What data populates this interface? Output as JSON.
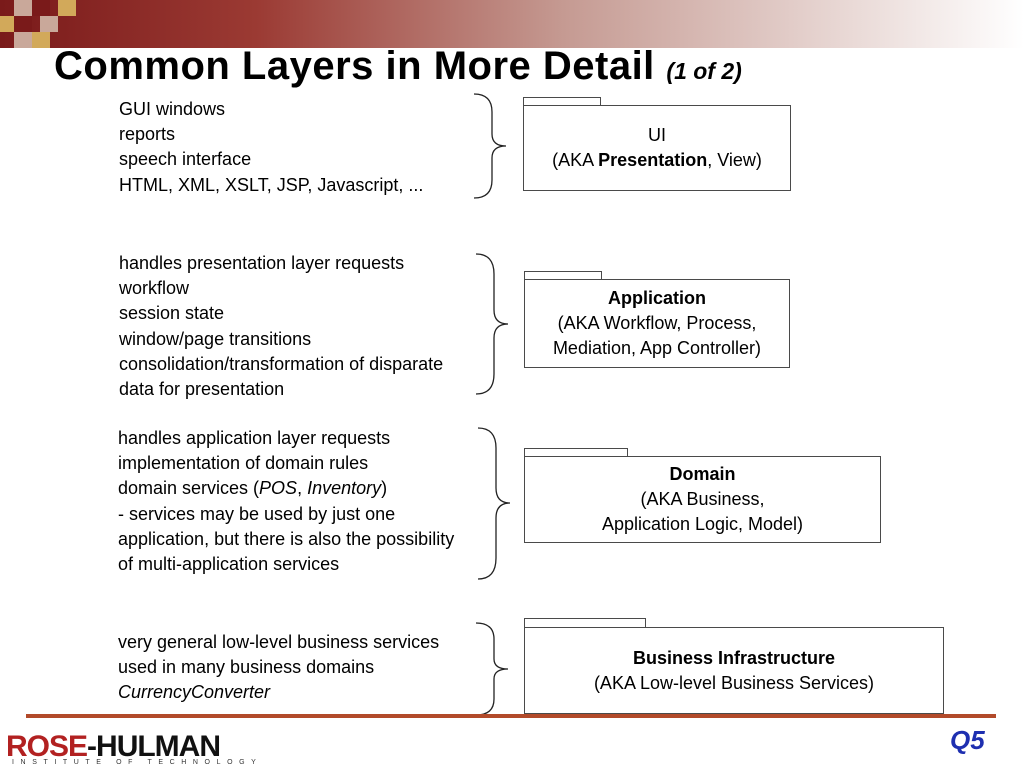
{
  "slide": {
    "title": "Common Layers in More Detail",
    "title_suffix": "(1 of 2)"
  },
  "layers": [
    {
      "description": [
        "GUI windows",
        "reports",
        "speech interface",
        "HTML, XML, XSLT, JSP, Javascript, ..."
      ],
      "box_title": "UI",
      "box_line2_prefix": "(AKA ",
      "box_line2_bold": "Presentation",
      "box_line2_suffix": ", View)"
    },
    {
      "description": [
        "handles presentation layer requests",
        "workflow",
        "session state",
        "window/page transitions",
        "consolidation/transformation of disparate",
        "data for presentation"
      ],
      "box_title": "Application",
      "box_lines": [
        "(AKA Workflow, Process,",
        "Mediation, App Controller)"
      ]
    },
    {
      "description_lines": [
        {
          "text": "handles application layer requests"
        },
        {
          "text": "implementation of domain rules"
        },
        {
          "parts": [
            {
              "text": "domain services (",
              "italic": false
            },
            {
              "text": "POS",
              "italic": true
            },
            {
              "text": ", ",
              "italic": false
            },
            {
              "text": "Inventory",
              "italic": true
            },
            {
              "text": ")",
              "italic": false
            }
          ]
        },
        {
          "text": "- services may be used by just one"
        },
        {
          "text": "application, but there is also the possibility"
        },
        {
          "text": "of multi-application services"
        }
      ],
      "box_title": "Domain",
      "box_lines": [
        "(AKA Business,",
        "Application Logic, Model)"
      ]
    },
    {
      "description": [
        "very general low-level business services",
        "used in many business domains"
      ],
      "description_italic": "CurrencyConverter",
      "box_title": "Business Infrastructure",
      "box_lines": [
        "(AKA Low-level Business Services)"
      ]
    }
  ],
  "footer": {
    "logo_rose": "ROSE",
    "logo_dash": "-",
    "logo_hulman": "HULMAN",
    "logo_sub": "INSTITUTE OF TECHNOLOGY",
    "slide_tag": "Q5"
  },
  "colors": {
    "band_dark": "#7a1a1a",
    "footer_line": "#b24a2a",
    "logo_red": "#b22121",
    "tag_blue": "#1e2fb0"
  }
}
